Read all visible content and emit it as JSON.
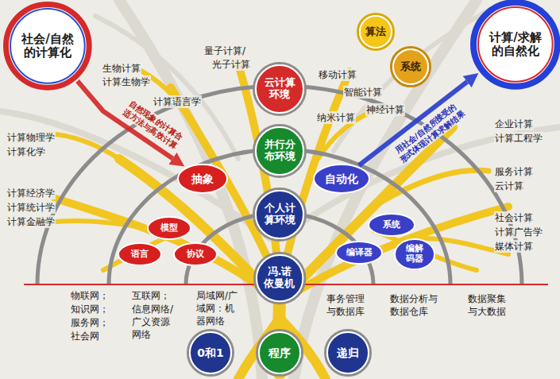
{
  "diagram": {
    "nodes": [
      {
        "text": [
          "社会/自然的计算化"
        ]
      },
      {
        "text": [
          "计算/求解的自然化"
        ]
      },
      {
        "text": [
          "算法"
        ]
      },
      {
        "text": [
          "系统"
        ]
      },
      {
        "text": [
          "云计算环境"
        ]
      },
      {
        "text": [
          "并行分布环境"
        ]
      },
      {
        "text": [
          "个人计算环境"
        ]
      },
      {
        "text": [
          "冯.诺依曼机"
        ]
      },
      {
        "text": [
          "抽象"
        ]
      },
      {
        "text": [
          "自动化"
        ]
      },
      {
        "text": [
          "模型"
        ]
      },
      {
        "text": [
          "语言"
        ]
      },
      {
        "text": [
          "协议"
        ]
      },
      {
        "text": [
          "系统"
        ]
      },
      {
        "text": [
          "编译器"
        ]
      },
      {
        "text": [
          "编解码器"
        ]
      },
      {
        "text": [
          "0和1"
        ]
      },
      {
        "text": [
          "程序"
        ]
      },
      {
        "text": [
          "递归"
        ]
      }
    ],
    "edges": [
      {
        "from": 0,
        "to": 8,
        "arrow": "to",
        "label": "自然现象的计算合适方法与高效计算"
      },
      {
        "from": 9,
        "to": 1,
        "arrow": "to",
        "label": "用社会/自然所接受的形式体现计算求解结果"
      }
    ],
    "labels": [
      "生物计算",
      "计算生物学",
      "计算语言学",
      "量子计算/",
      "光子计算",
      "移动计算",
      "智能计算",
      "纳米计算",
      "神经计算",
      "计算物理学",
      "计算化学",
      "企业计算",
      "计算工程学",
      "服务计算",
      "云计算",
      "计算经济学",
      "计算统计学",
      "计算金融学",
      "社会计算",
      "计算广告学",
      "媒体计算",
      "物联网；",
      "知识网；",
      "服务网；",
      "社会网",
      "互联网；",
      "信息网络/广义资源网络",
      "局域网/广域网：机器网络",
      "事务管理与数据库",
      "数据分析与数据仓库",
      "数据聚集与大数据"
    ]
  }
}
